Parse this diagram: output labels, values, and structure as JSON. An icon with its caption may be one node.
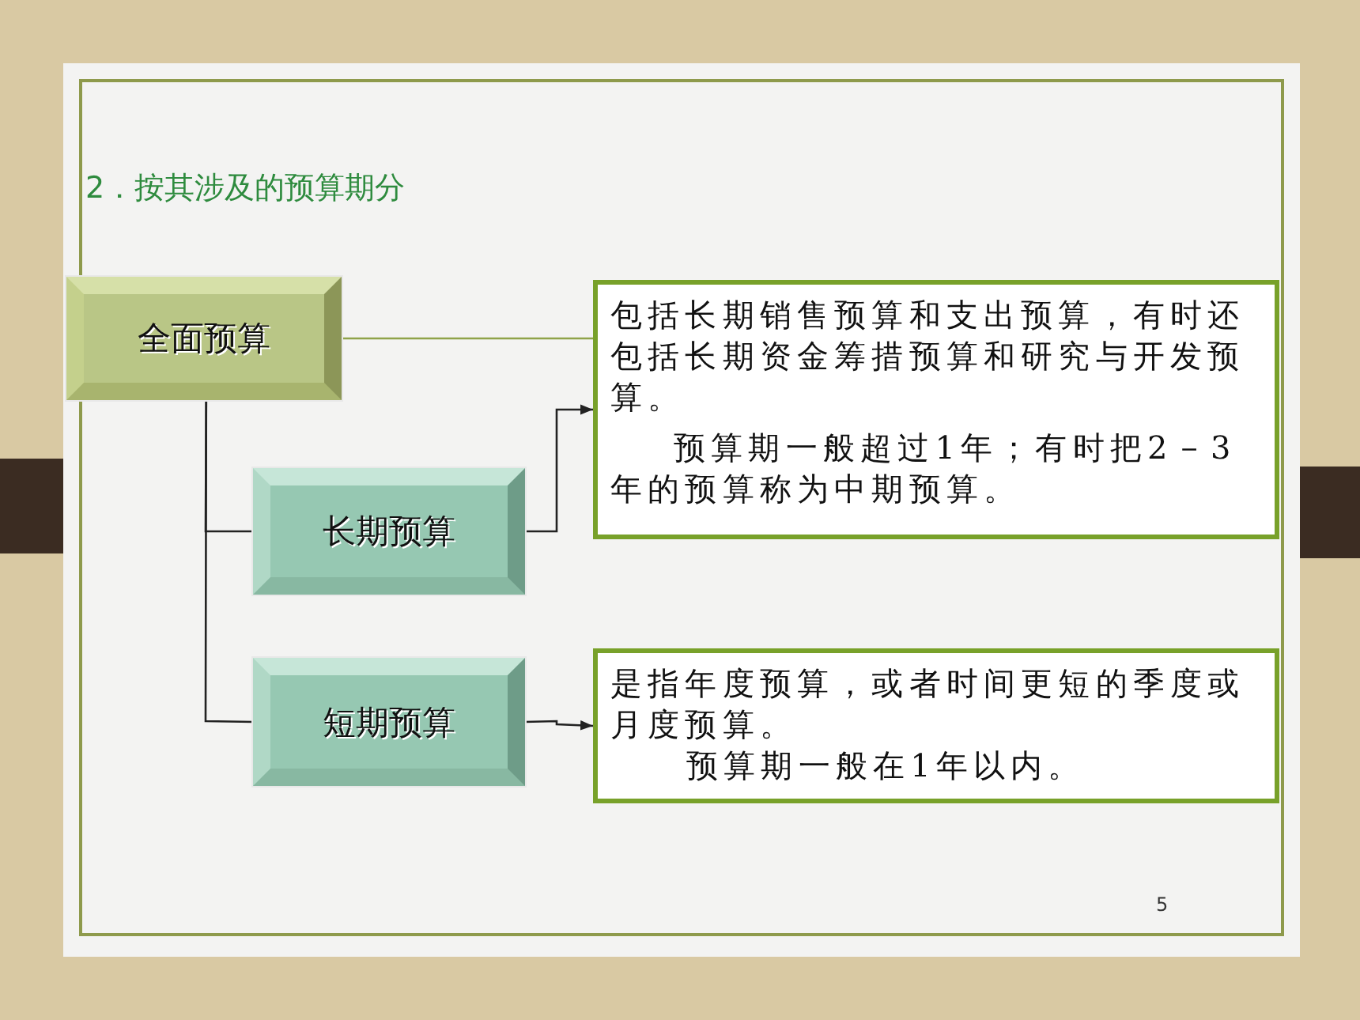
{
  "diagram": {
    "title": "2．按其涉及的预算期分",
    "nodes": [
      {
        "text": [
          "全面预算"
        ]
      },
      {
        "text": [
          "长期预算"
        ]
      },
      {
        "text": [
          "短期预算"
        ]
      },
      {
        "text": [
          "包括长期销售预算和支出预算，有时还包括长期资金筹措预算和研究与开发预算。",
          "预算期一般超过1年；有时把2－3年的预算称为中期预算。"
        ]
      },
      {
        "text": [
          "是指年度预算，或者时间更短的季度或月度预算。",
          "预算期一般在1年以内。"
        ]
      }
    ],
    "edges": [
      {
        "from": 0,
        "to": 3,
        "arrow": "none",
        "color": "#8fa34a"
      },
      {
        "from": 0,
        "to": 1,
        "arrow": "none"
      },
      {
        "from": 0,
        "to": 2,
        "arrow": "none"
      },
      {
        "from": 1,
        "to": 3,
        "arrow": "to"
      },
      {
        "from": 2,
        "to": 4,
        "arrow": "to"
      }
    ],
    "labels": [
      "5"
    ]
  }
}
